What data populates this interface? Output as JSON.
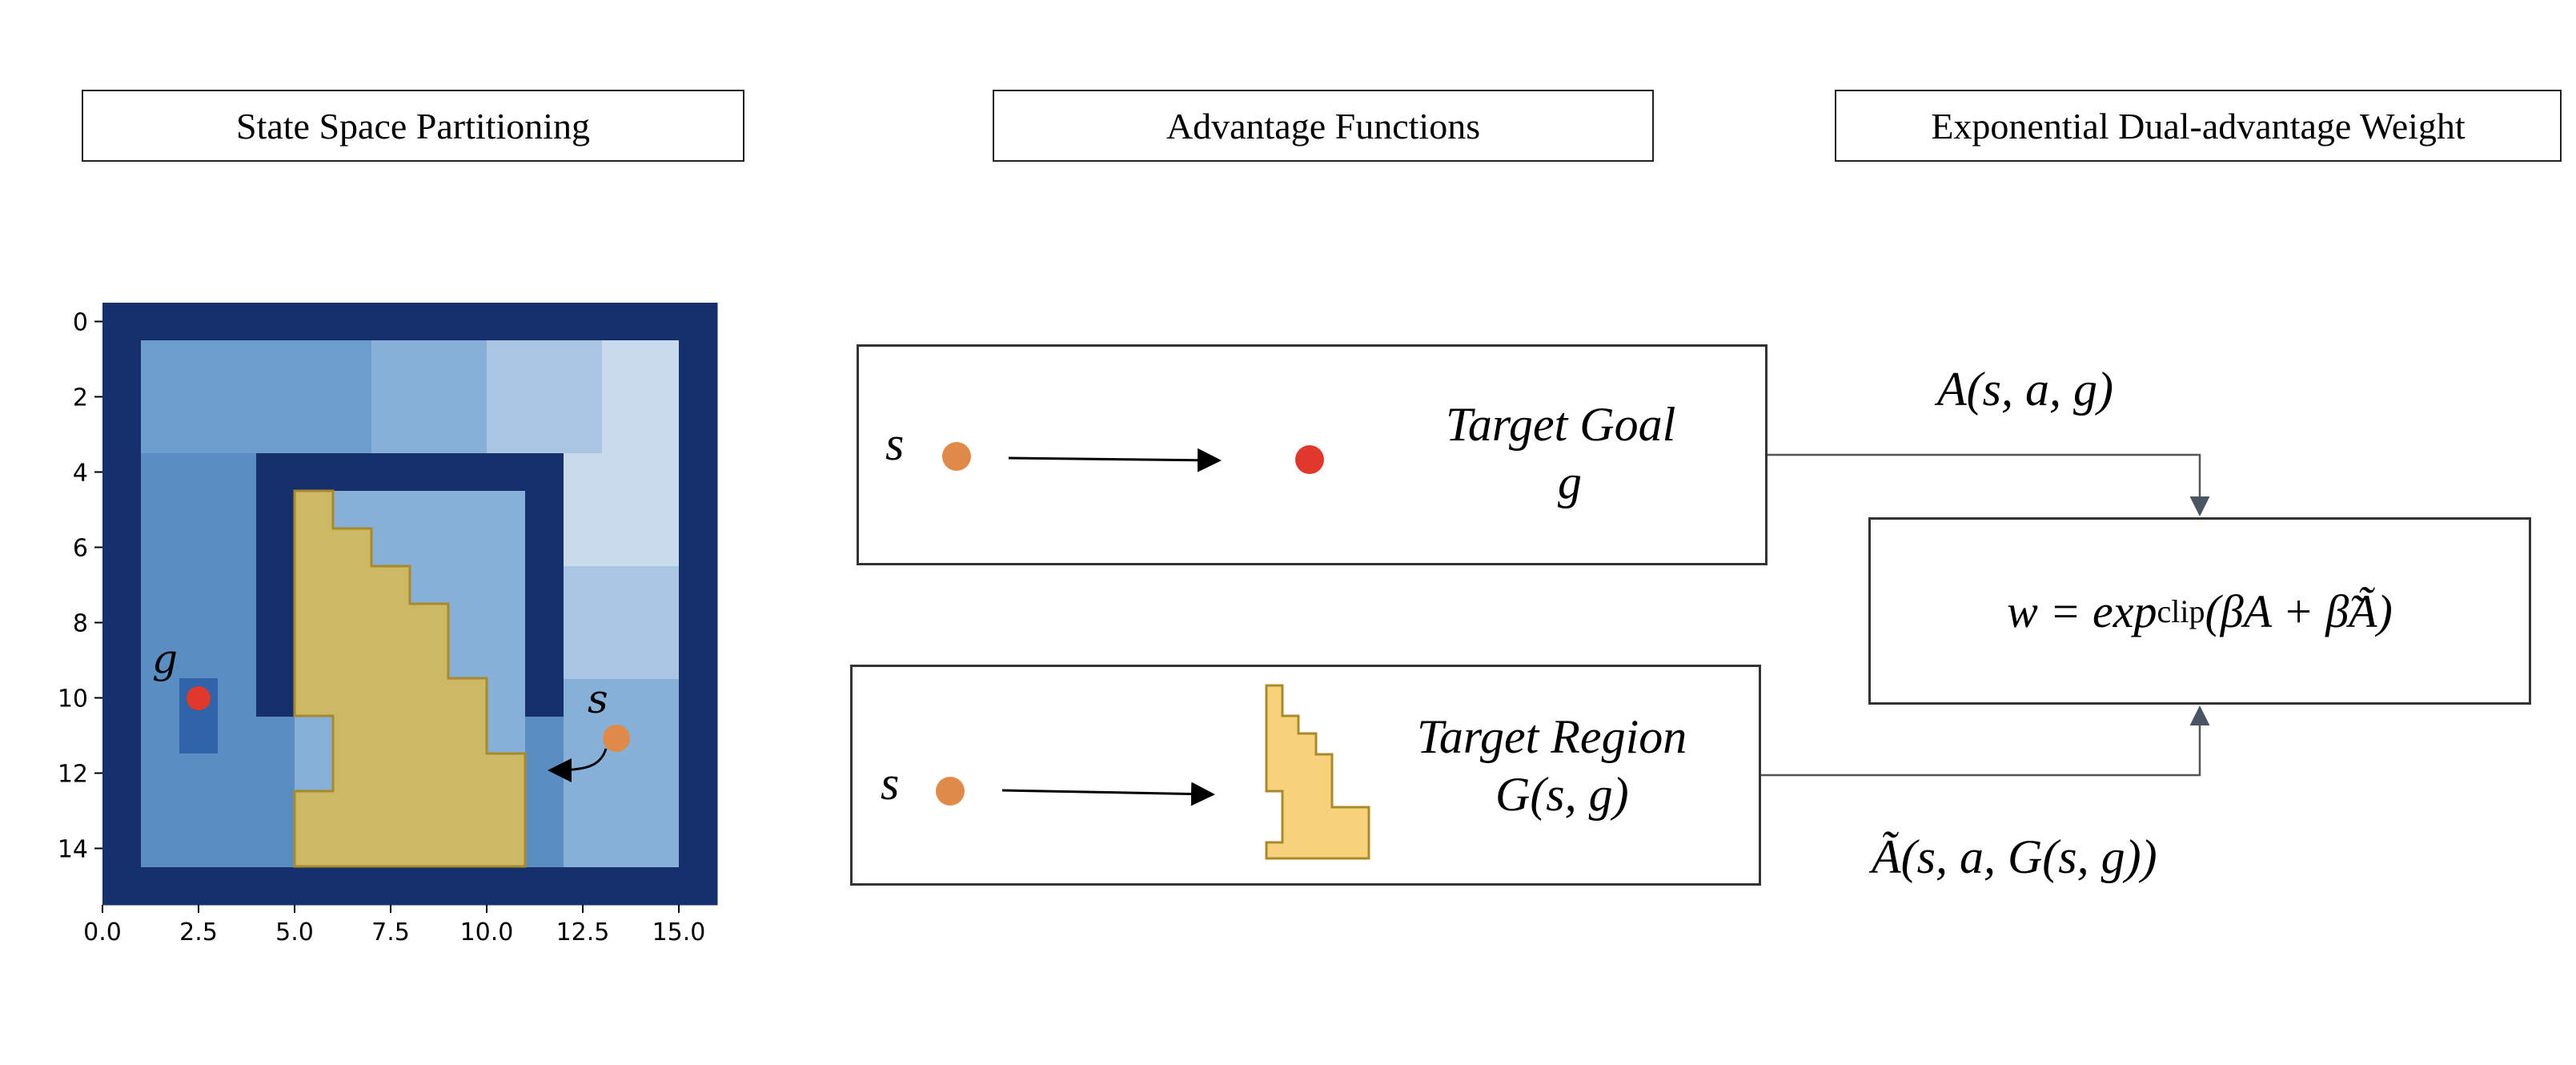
{
  "headers": {
    "partition": "State Space Partitioning",
    "advantage": "Advantage Functions",
    "weight": "Exponential Dual-advantage Weight"
  },
  "heatmap": {
    "x_ticks": [
      "0.0",
      "2.5",
      "5.0",
      "7.5",
      "10.0",
      "12.5",
      "15.0"
    ],
    "y_ticks": [
      "0",
      "2",
      "4",
      "6",
      "8",
      "10",
      "12",
      "14"
    ],
    "goal_label": "g",
    "state_label": "s"
  },
  "goal_box": {
    "s_label": "s",
    "title_line1": "Target Goal",
    "title_line2": "g"
  },
  "region_box": {
    "s_label": "s",
    "title_line1": "Target Region",
    "title_line2": "G(s, g)"
  },
  "formulas": {
    "adv_main": "A(s, a, g)",
    "adv_region": "Ã(s, a, G(s, g))",
    "weight_lhs": "w = exp",
    "weight_sub": "clip",
    "weight_rhs": "(βA + β̃Ã)"
  },
  "colors": {
    "wall": "#15306a",
    "region_fill": "#cdb866",
    "region_stroke": "#a88a2c",
    "goal_dot": "#e0392b",
    "state_dot": "#e08a4a"
  }
}
